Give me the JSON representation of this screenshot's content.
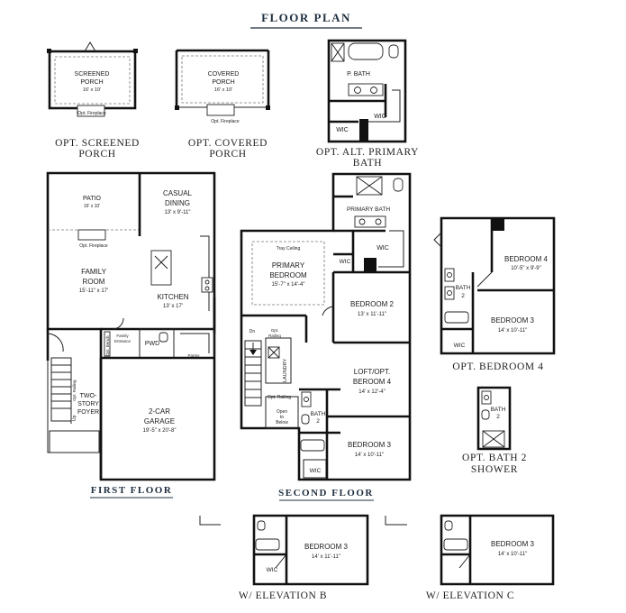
{
  "title": "FLOOR PLAN",
  "sections": {
    "first_floor": "FIRST FLOOR",
    "second_floor": "SECOND FLOOR"
  },
  "options": {
    "screened_porch": {
      "caption": [
        "OPT. SCREENED",
        "PORCH"
      ],
      "room": [
        "SCREENED",
        "PORCH"
      ],
      "dims": "16' x 10'",
      "fireplace": "Opt. Fireplace"
    },
    "covered_porch": {
      "caption": [
        "OPT. COVERED",
        "PORCH"
      ],
      "room": [
        "COVERED",
        "PORCH"
      ],
      "dims": "16' x 10'",
      "fireplace": "Opt. Fireplace"
    },
    "alt_primary_bath": {
      "caption": [
        "OPT. ALT. PRIMARY",
        "BATH"
      ],
      "bath": "P. BATH",
      "wic": "WIC",
      "wic2": "WIC"
    },
    "bedroom4": {
      "caption": "OPT. BEDROOM 4",
      "bed4": "BEDROOM 4",
      "bed4_dims": "10'-5\" x 9'-9\"",
      "bath": [
        "BATH",
        "2"
      ],
      "bed3": "BEDROOM 3",
      "bed3_dims": "14' x 10'-11\"",
      "wic": "WIC"
    },
    "bath2_shower": {
      "caption": [
        "OPT. BATH 2",
        "SHOWER"
      ],
      "bath": [
        "BATH",
        "2"
      ]
    },
    "elevation_b": {
      "caption": "W/ ELEVATION B",
      "room": "BEDROOM 3",
      "dims": "14' x 11'-11\"",
      "wic": "WIC"
    },
    "elevation_c": {
      "caption": "W/ ELEVATION C",
      "room": "BEDROOM 3",
      "dims": "14' x 10'-11\""
    }
  },
  "first_floor": {
    "patio": {
      "name": "PATIO",
      "dims": "16' x 10'"
    },
    "casual_dining": {
      "name": [
        "CASUAL",
        "DINING"
      ],
      "dims": "13' x 9'-11\""
    },
    "fireplace": "Opt. Fireplace",
    "family_room": {
      "name": [
        "FAMILY",
        "ROOM"
      ],
      "dims": "15'-11\" x 17'"
    },
    "kitchen": {
      "name": "KITCHEN",
      "dims": "13' x 17'"
    },
    "opt_bench": "Opt. Bench",
    "family_entrance": [
      "Family",
      "Entrance"
    ],
    "pwd": "PWD",
    "pantry": "Pantry",
    "opt_railing": "Opt. Railing",
    "up": "Up",
    "foyer": [
      "TWO-",
      "STORY",
      "FOYER"
    ],
    "garage": {
      "name": [
        "2-CAR",
        "GARAGE"
      ],
      "dims": "19'-5\" x 20'-8\""
    }
  },
  "second_floor": {
    "primary_bath": "PRIMARY BATH",
    "wic_primary": "WIC",
    "wic_small": "WIC",
    "tray_ceiling": "Tray Ceiling",
    "primary_bedroom": {
      "name": [
        "PRIMARY",
        "BEDROOM"
      ],
      "dims": "15'-7\" x 14'-4\""
    },
    "bedroom2": {
      "name": "BEDROOM 2",
      "dims": "13' x 11'-11\""
    },
    "dn": "Dn",
    "opt_railing_top": [
      "Opt.",
      "Railing"
    ],
    "laundry": "LAUNDRY",
    "loft": {
      "name": [
        "LOFT/OPT.",
        "BEROOM 4"
      ],
      "dims": "14' x 12'-4\""
    },
    "opt_railing": "Opt. Railing",
    "open_below": [
      "Open",
      "to",
      "Below"
    ],
    "bath2": [
      "BATH",
      "2"
    ],
    "bedroom3": {
      "name": "BEDROOM 3",
      "dims": "14' x 10'-11\""
    },
    "wic": "WIC"
  }
}
